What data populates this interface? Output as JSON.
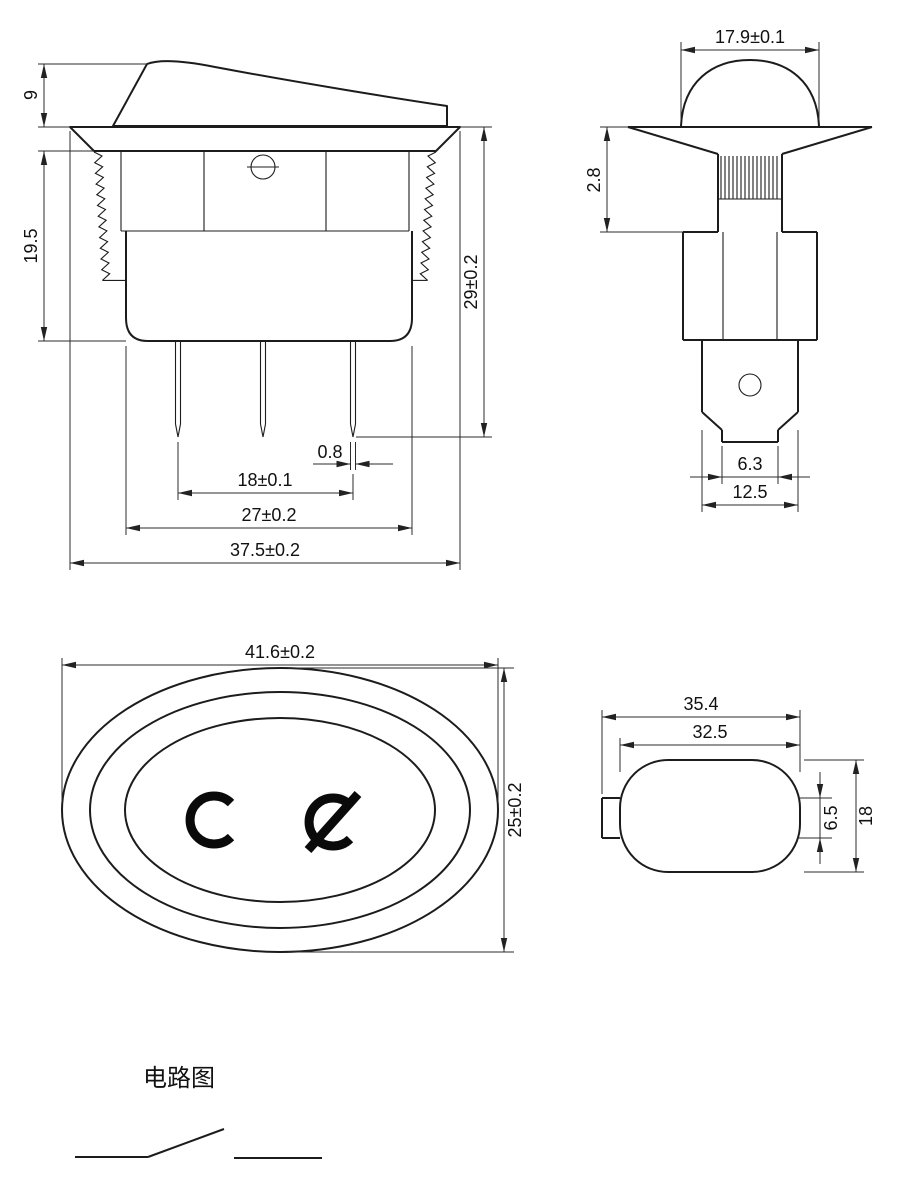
{
  "document": {
    "type": "engineering-drawing",
    "subject": "rocker switch"
  },
  "front_view": {
    "dim_rocker_height": "9",
    "dim_body_height": "19.5",
    "dim_total_height": "29±0.2",
    "dim_pin_thickness": "0.8",
    "dim_pin_pitch": "18±0.1",
    "dim_body_width": "27±0.2",
    "dim_flange_width": "37.5±0.2"
  },
  "side_view": {
    "dim_rocker_width": "17.9±0.1",
    "dim_flange_thickness": "2.8",
    "dim_terminal_width": "6.3",
    "dim_body_depth": "12.5"
  },
  "top_view": {
    "dim_bezel_length": "41.6±0.2",
    "dim_bezel_width": "25±0.2",
    "markings": [
      "power-off-symbol",
      "power-on-crossed-symbol"
    ]
  },
  "panel_view": {
    "dim_outer_width": "35.4",
    "dim_cutout_width": "32.5",
    "dim_tab_height": "6.5",
    "dim_cutout_height": "18"
  },
  "circuit": {
    "label": "电路图"
  }
}
